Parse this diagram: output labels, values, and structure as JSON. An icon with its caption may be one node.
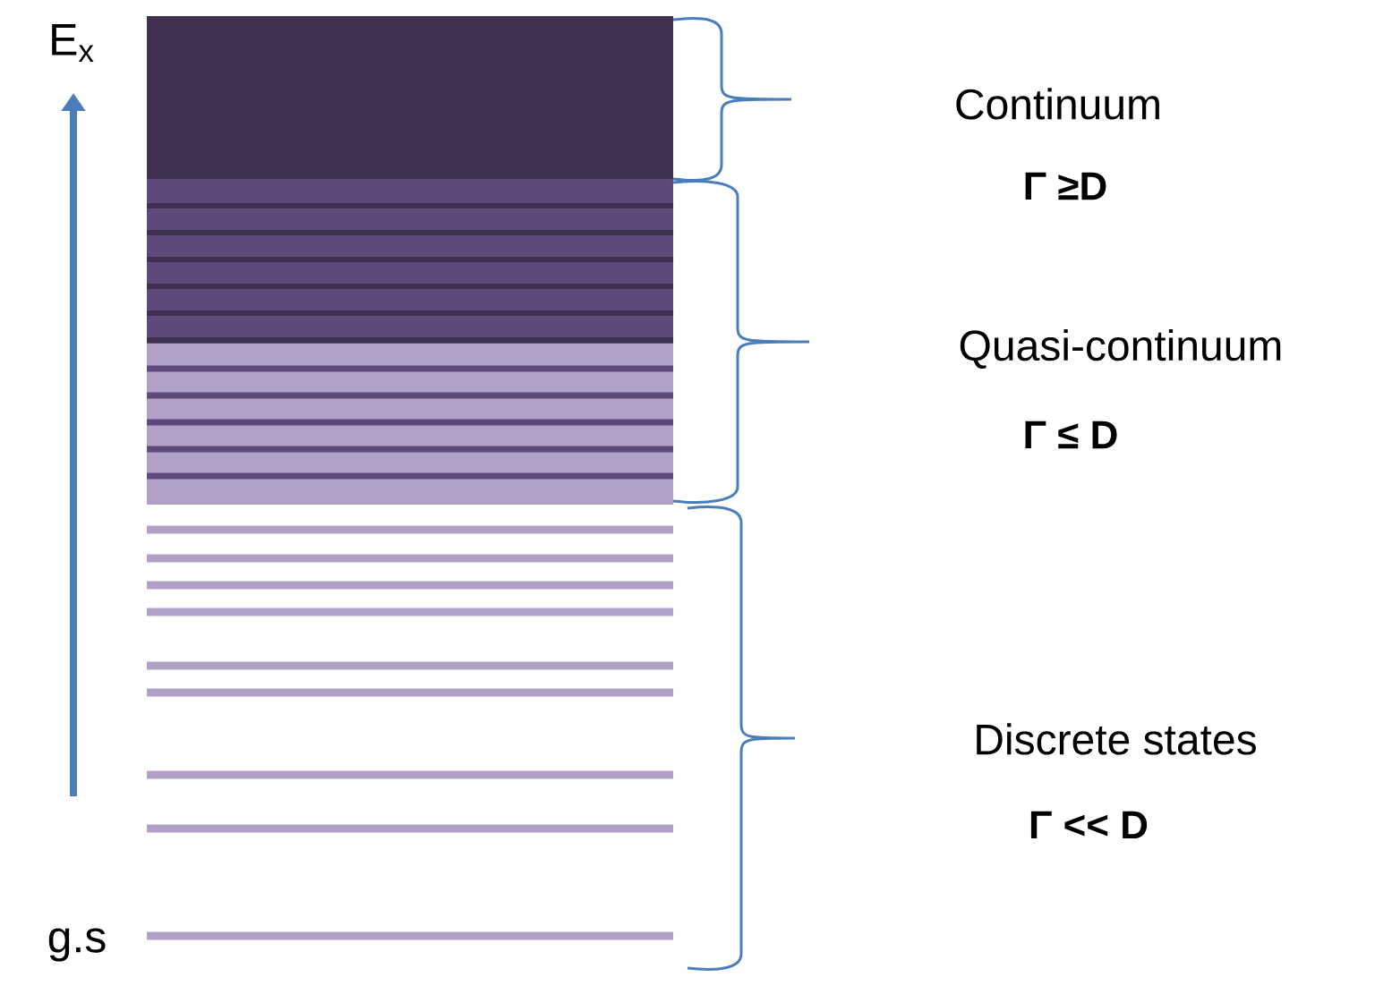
{
  "diagram": {
    "labels": [
      "E$_{x}$",
      "Continuum",
      "Γ ≥D",
      "Quasi-continuum",
      "Γ ≤ D",
      "Discrete states",
      "Γ << D",
      "g.s"
    ]
  }
}
